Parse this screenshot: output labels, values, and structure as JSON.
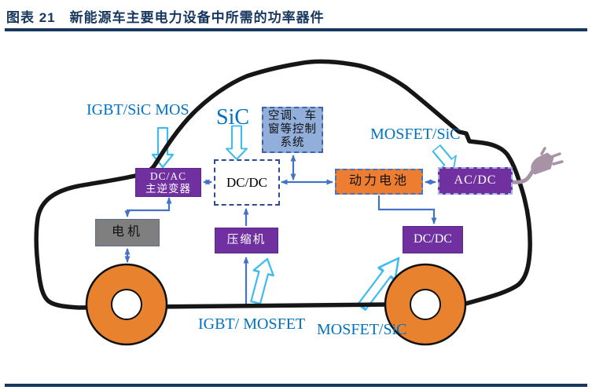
{
  "header": {
    "figure_label": "图表 21",
    "title": "新能源车主要电力设备中所需的功率器件"
  },
  "colors": {
    "title_navy": "#17375E",
    "box_purple": "#7030A0",
    "box_orange": "#ED7D31",
    "box_gray": "#7F7F7F",
    "box_lightblue": "#92AFDC",
    "connector_blue": "#4472C4",
    "hollow_arrow_cyan": "#3FBBEF",
    "annotation_blue": "#0070C0",
    "wheel_orange": "#E8822E",
    "car_outline_black": "#161616",
    "plug_mauve": "#A893A6"
  },
  "diagram": {
    "boxes": {
      "inverter": {
        "line1": "DC/AC",
        "line2": "主逆变器"
      },
      "dcdc_main": {
        "label": "DC/DC"
      },
      "hvac": {
        "label": "空调、车\n窗等控制\n系统"
      },
      "battery": {
        "label": "动力电池"
      },
      "acdc": {
        "label": "AC/DC"
      },
      "motor": {
        "label": "电机"
      },
      "compressor": {
        "label": "压缩机"
      },
      "dcdc_aux": {
        "label": "DC/DC"
      }
    },
    "annotations": {
      "igbt_sic_mos": "IGBT/SiC MOS",
      "sic": "SiC",
      "mosfet_sic_top": "MOSFET/SiC",
      "igbt_mosfet": "IGBT/ MOSFET",
      "mosfet_sic_bottom": "MOSFET/SiC"
    },
    "icons": [
      "car-outline",
      "front-wheel",
      "rear-wheel",
      "power-plug-icon"
    ]
  }
}
